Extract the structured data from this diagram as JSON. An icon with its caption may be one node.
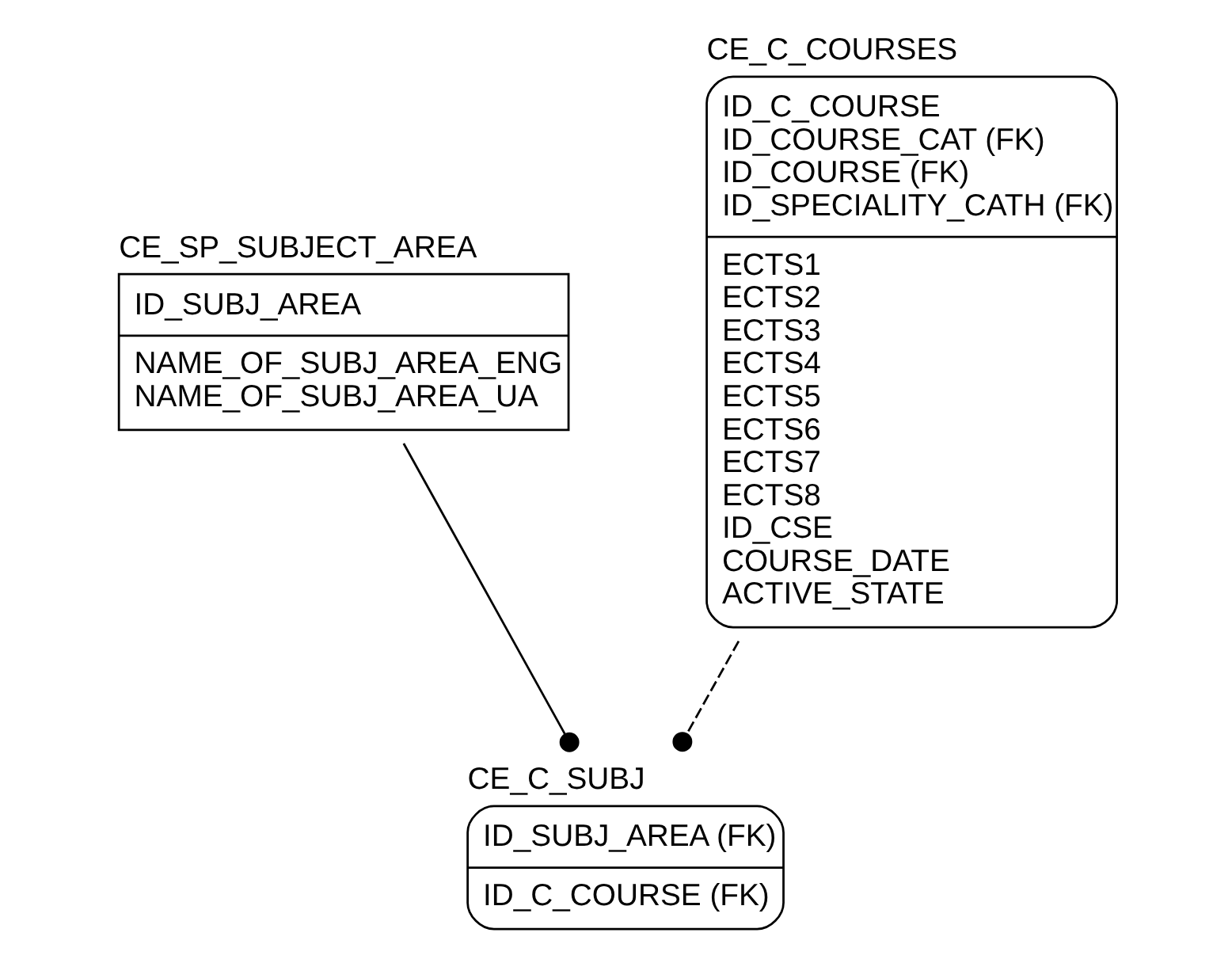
{
  "diagram": {
    "nodes": [
      {
        "text": [
          "CE_SP_SUBJECT_AREA",
          "ID_SUBJ_AREA",
          "NAME_OF_SUBJ_AREA_ENG",
          "NAME_OF_SUBJ_AREA_UA"
        ]
      },
      {
        "text": [
          "CE_C_COURSES",
          "ID_C_COURSE",
          "ID_COURSE_CAT (FK)",
          "ID_COURSE (FK)",
          "ID_SPECIALITY_CATH (FK)",
          "ECTS1",
          "ECTS2",
          "ECTS3",
          "ECTS4",
          "ECTS5",
          "ECTS6",
          "ECTS7",
          "ECTS8",
          "ID_CSE",
          "COURSE_DATE",
          "ACTIVE_STATE"
        ]
      },
      {
        "text": [
          "CE_C_SUBJ",
          "ID_SUBJ_AREA (FK)",
          "ID_C_COURSE (FK)"
        ]
      }
    ],
    "edges": [
      {
        "from": 0,
        "to": 2,
        "arrow": "other"
      },
      {
        "from": 1,
        "to": 2,
        "arrow": "other",
        "style": "dashed"
      }
    ]
  }
}
